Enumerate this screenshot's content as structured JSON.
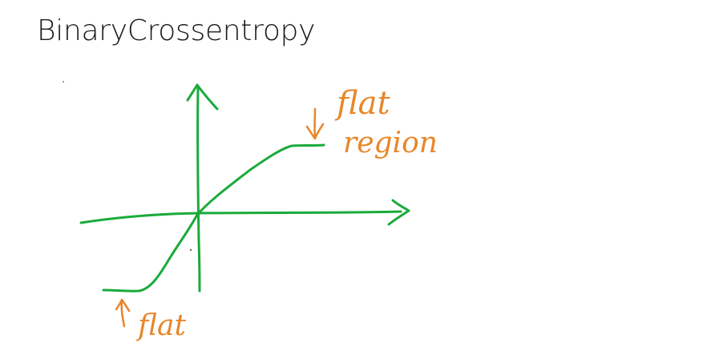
{
  "slide": {
    "title": "BinaryCrossentropy"
  },
  "annotations": {
    "top_right_line1": "flat",
    "top_right_line2": "region",
    "bottom_left": "flat"
  },
  "colors": {
    "curve_green": "#1aaa3c",
    "annotation_orange": "#e8862a",
    "title_text": "#1a1a1a"
  }
}
